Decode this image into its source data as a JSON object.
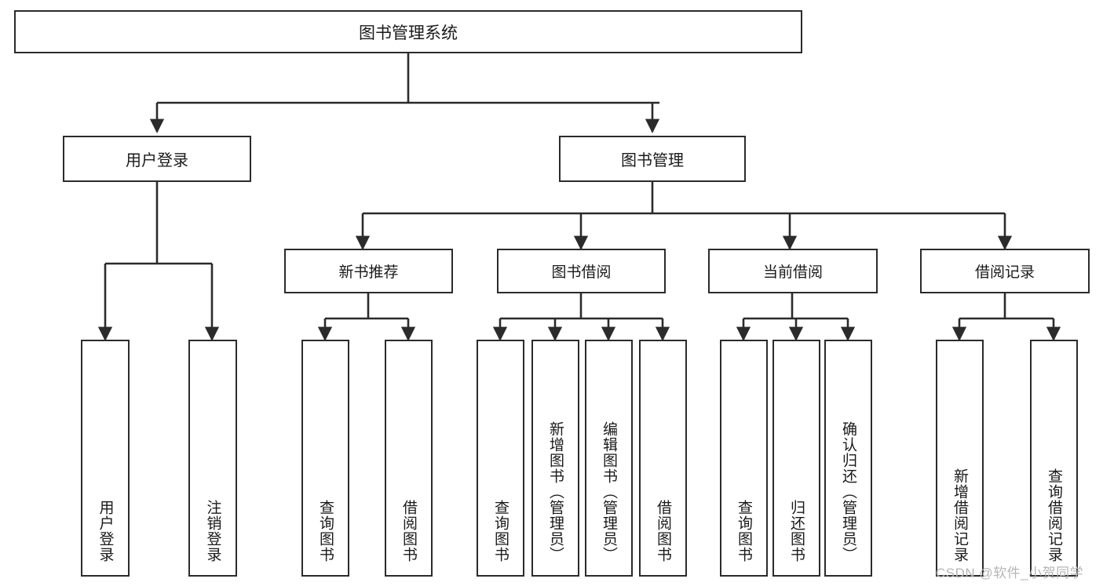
{
  "diagram": {
    "title": "图书管理系统",
    "type": "tree-hierarchy-diagram",
    "orientation": "top-down",
    "colors": {
      "box_border": "#2b2b2b",
      "box_fill": "#ffffff",
      "connector": "#2b2b2b",
      "text": "#1a1a1a",
      "watermark": "#b6b6b6"
    }
  },
  "root": {
    "label": "图书管理系统"
  },
  "level2": [
    {
      "label": "用户登录"
    },
    {
      "label": "图书管理"
    }
  ],
  "level3": [
    {
      "label": "新书推荐"
    },
    {
      "label": "图书借阅"
    },
    {
      "label": "当前借阅"
    },
    {
      "label": "借阅记录"
    }
  ],
  "leaves": {
    "user_login": [
      {
        "label": "用户登录"
      },
      {
        "label": "注销登录"
      }
    ],
    "new_book_recommend": [
      {
        "label": "查询图书"
      },
      {
        "label": "借阅图书"
      }
    ],
    "book_borrow": [
      {
        "label": "查询图书"
      },
      {
        "label": "新增图书（管理员）"
      },
      {
        "label": "编辑图书（管理员）"
      },
      {
        "label": "借阅图书"
      }
    ],
    "current_borrow": [
      {
        "label": "查询图书"
      },
      {
        "label": "归还图书"
      },
      {
        "label": "确认归还（管理员）"
      }
    ],
    "borrow_record": [
      {
        "label": "新增借阅记录"
      },
      {
        "label": "查询借阅记录"
      }
    ]
  },
  "watermark": {
    "text": "CSDN @软件_小贺同学"
  }
}
